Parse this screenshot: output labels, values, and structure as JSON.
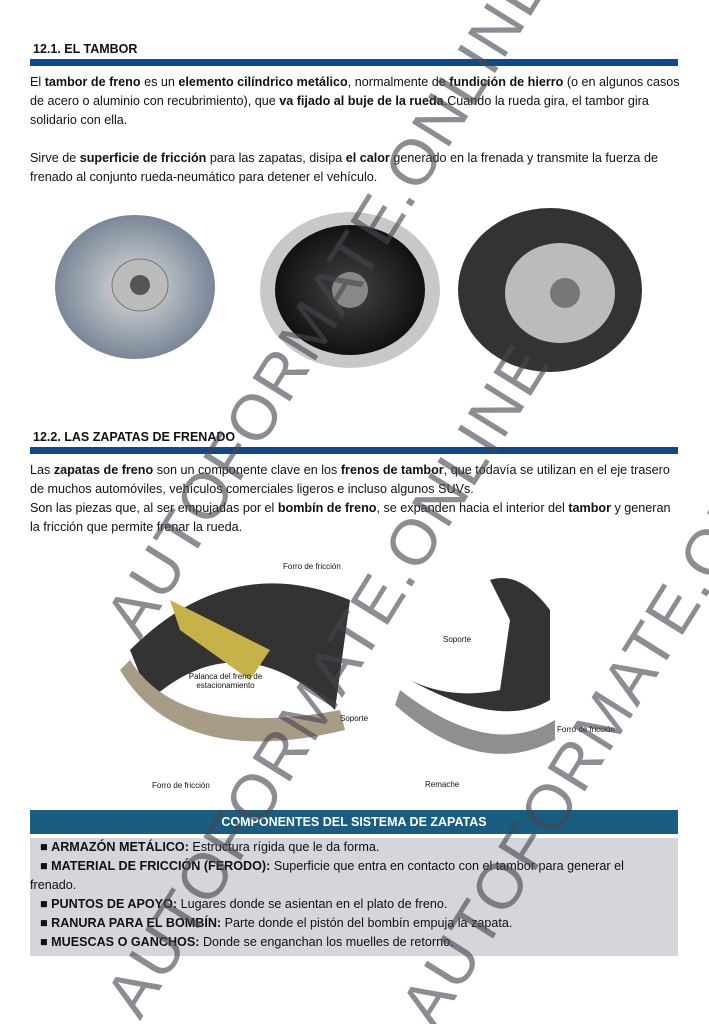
{
  "section1": {
    "title": "12.1. EL TAMBOR",
    "p1": [
      {
        "t": "El "
      },
      {
        "b": "tambor de freno"
      },
      {
        "t": " es un "
      },
      {
        "b": "elemento cilíndrico metálico"
      },
      {
        "t": ", normalmente de "
      },
      {
        "b": "fundición de hierro"
      },
      {
        "t": " (o en algunos casos de acero o aluminio con recubrimiento), que "
      },
      {
        "b": "va fijado al buje de la rueda"
      },
      {
        "t": ".Cuando la rueda gira, el tambor gira solidario con ella."
      }
    ],
    "p2": [
      {
        "t": "Sirve de "
      },
      {
        "b": "superficie de fricción"
      },
      {
        "t": " para las zapatas, disipa "
      },
      {
        "b": "el calor"
      },
      {
        "t": " generado en la frenada y transmite la fuerza de frenado al conjunto rueda-neumático para detener el vehículo."
      }
    ]
  },
  "section2": {
    "title": "12.2. LAS ZAPATAS DE FRENADO",
    "p1": [
      {
        "t": "Las "
      },
      {
        "b": "zapatas de freno"
      },
      {
        "t": " son un componente clave en los "
      },
      {
        "b": "frenos de tambor"
      },
      {
        "t": ", que todavía se utilizan en el eje trasero de muchos automóviles, vehículos comerciales ligeros e incluso algunos SUVs."
      }
    ],
    "p2": [
      {
        "t": "Son las piezas que, al ser empujadas por el "
      },
      {
        "b": "bombín de freno"
      },
      {
        "t": ", se expanden hacia el interior del "
      },
      {
        "b": "tambor"
      },
      {
        "t": " y generan la fricción que permite frenar la rueda."
      }
    ]
  },
  "figure_left": {
    "labels": [
      "Forro de fricción",
      "Palanca del freno de estacionamiento",
      "Soporte",
      "Forro de fricción"
    ]
  },
  "figure_right": {
    "labels": [
      "Soporte",
      "Forro de fricción",
      "Remache"
    ]
  },
  "components": {
    "title": "COMPONENTES DEL SISTEMA DE ZAPATAS",
    "items": [
      {
        "term": "ARMAZÓN METÁLICO:",
        "desc": " Estructura rígida que le da forma."
      },
      {
        "term": "MATERIAL DE FRICCIÓN (FERODO):",
        "desc": " Superficie que entra en contacto con el tambor para generar el frenado."
      },
      {
        "term": "PUNTOS DE APOYO:",
        "desc": " Lugares donde se asientan en el plato de freno."
      },
      {
        "term": "RANURA PARA EL BOMBÍN:",
        "desc": " Parte donde el pistón del bombín empuja la zapata."
      },
      {
        "term": "MUESCAS O GANCHOS:",
        "desc": " Donde se enganchan los muelles de retorno."
      }
    ]
  },
  "watermark": "AUTOFORMATE.ONLINE"
}
